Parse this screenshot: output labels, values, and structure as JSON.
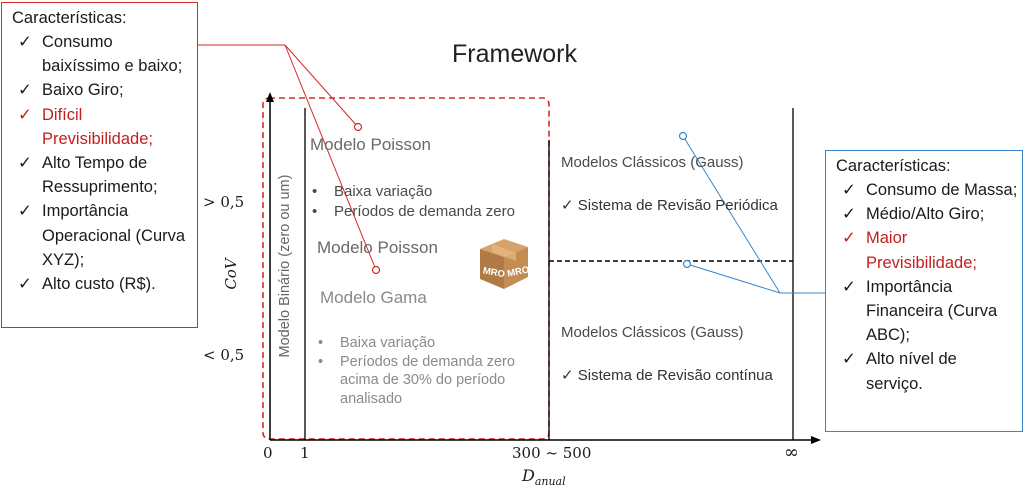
{
  "title": "Framework",
  "left_box": {
    "heading": "Características:",
    "items": [
      {
        "text": "Consumo baixíssimo e baixo;",
        "highlight": false
      },
      {
        "text": "Baixo Giro;",
        "highlight": false
      },
      {
        "text": "Difícil Previsibilidade;",
        "highlight": true
      },
      {
        "text": "Alto Tempo de Ressuprimento;",
        "highlight": false
      },
      {
        "text": "Importância Operacional (Curva XYZ);",
        "highlight": false
      },
      {
        "text": "Alto custo (R$).",
        "highlight": false
      }
    ]
  },
  "right_box": {
    "heading": "Características:",
    "items": [
      {
        "text": "Consumo de Massa;",
        "highlight": false
      },
      {
        "text": "Médio/Alto Giro;",
        "highlight": false
      },
      {
        "text": "Maior Previsibilidade;",
        "highlight": true
      },
      {
        "text": "Importância Financeira (Curva ABC);",
        "highlight": false
      },
      {
        "text": "Alto nível de serviço.",
        "highlight": false
      }
    ]
  },
  "check_glyph": "✓",
  "y_axis": {
    "label": "CoV",
    "upper": "> 0,5",
    "lower": "< 0,5"
  },
  "x_axis": {
    "label_base": "D",
    "label_sub": "anual",
    "ticks": [
      "0",
      "1",
      "300 ~ 500",
      "∞"
    ]
  },
  "binary_model": "Modelo Binário (zero ou um)",
  "upper_left": {
    "model": "Modelo Poisson",
    "bullets": [
      "Baixa variação",
      "Períodos de demanda zero"
    ]
  },
  "lower_left": {
    "model_a": "Modelo Poisson",
    "model_b": "Modelo Gama",
    "bullets": [
      "Baixa variação",
      "Períodos de demanda zero acima de 30% do período analisado"
    ]
  },
  "upper_right": {
    "model": "Modelos Clássicos (Gauss)",
    "system": "✓ Sistema de Revisão Periódica"
  },
  "lower_right": {
    "model": "Modelos Clássicos (Gauss)",
    "system": "✓ Sistema de Revisão contínua"
  },
  "mro_label": "MRO",
  "colors": {
    "red": "#d42a2a",
    "blue": "#3a86c8",
    "highlight": "#c41e1e",
    "box_brown": "#b07a45"
  }
}
